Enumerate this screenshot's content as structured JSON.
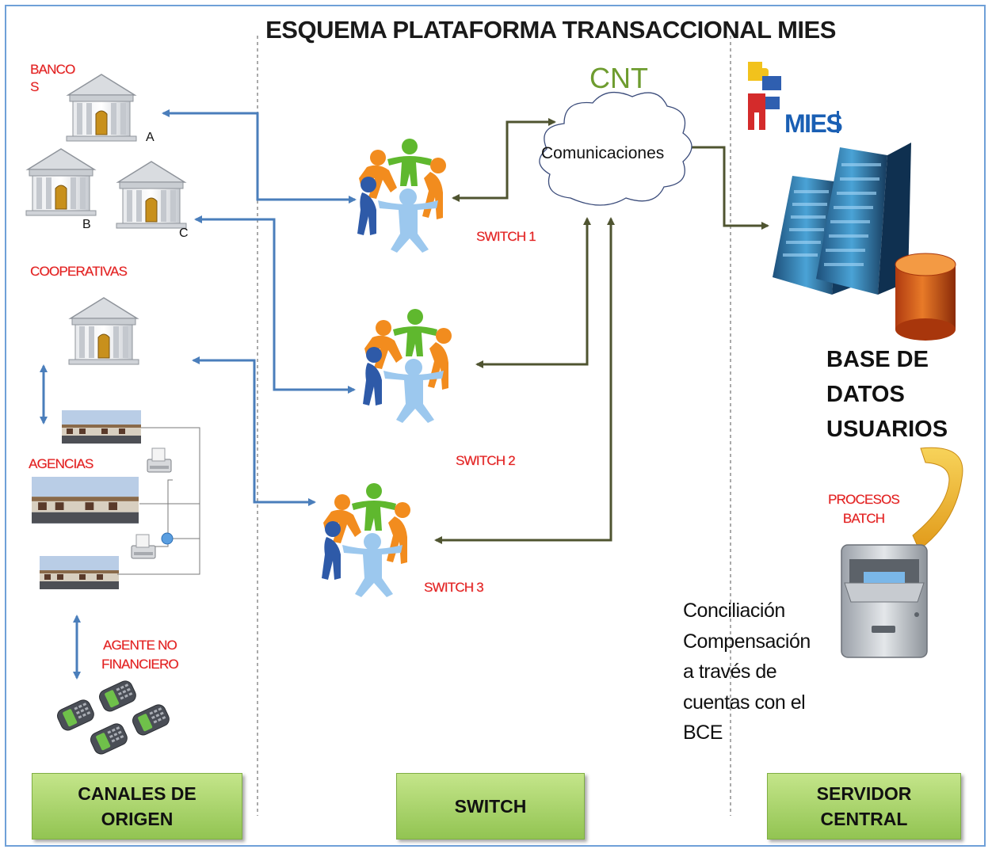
{
  "title": "ESQUEMA PLATAFORMA TRANSACCIONAL MIES",
  "labels": {
    "bancos": "BANCO\nS",
    "bank_a": "A",
    "bank_b": "B",
    "bank_c": "C",
    "cooperativas": "COOPERATIVAS",
    "agencias": "AGENCIAS",
    "agente": "AGENTE NO\nFINANCIERO",
    "switch1": "SWITCH 1",
    "switch2": "SWITCH 2",
    "switch3": "SWITCH 3",
    "cnt": "CNT",
    "comunicaciones": "Comunicaciones",
    "mies": "MIES",
    "database": "BASE DE\nDATOS\nUSUARIOS",
    "procesos": "PROCESOS\nBATCH",
    "conciliacion": "Conciliación\nCompensación\na través de\ncuentas con el\nBCE"
  },
  "footer": {
    "canales": "CANALES DE\nORIGEN",
    "switch": "SWITCH",
    "servidor": "SERVIDOR\nCENTRAL"
  },
  "colors": {
    "blue_arrow": "#4a7ebb",
    "dark_arrow": "#4f5430",
    "label_red": "#e02020",
    "cnt_green": "#6e9c2f",
    "box_green": "#a9d36b",
    "frame": "#6fa0d8"
  }
}
